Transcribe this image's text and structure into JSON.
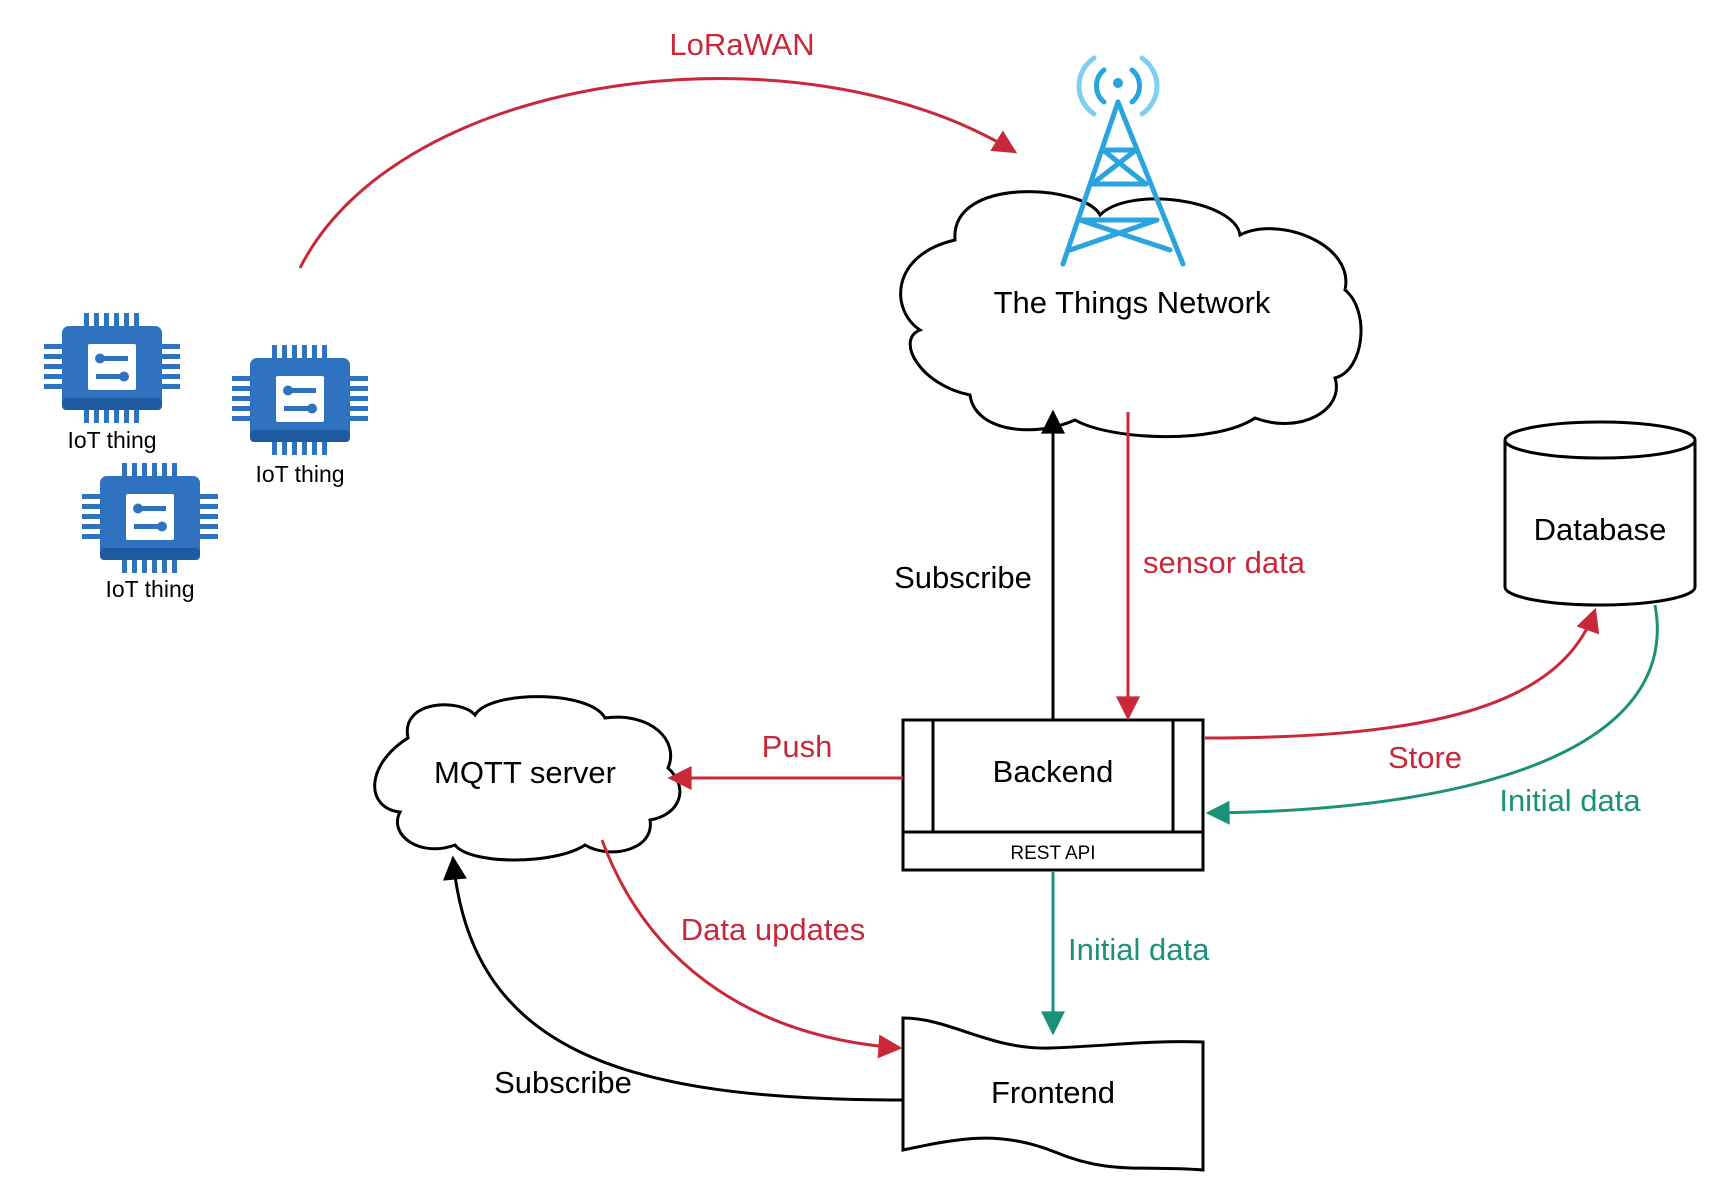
{
  "colors": {
    "red": "#c9283a",
    "teal": "#1b9278",
    "black": "#000000",
    "chip_blue": "#2f72c0",
    "chip_dark": "#1d5aa0",
    "tower_blue": "#2aa4df",
    "wave_light": "#7fd0f0"
  },
  "iot_things": [
    {
      "label": "IoT thing",
      "icon": "microchip-icon"
    },
    {
      "label": "IoT thing",
      "icon": "microchip-icon"
    },
    {
      "label": "IoT thing",
      "icon": "microchip-icon"
    }
  ],
  "nodes": {
    "ttn": {
      "label": "The Things Network",
      "icon": "radio-tower-icon"
    },
    "database": {
      "label": "Database"
    },
    "backend": {
      "label": "Backend",
      "footer": "REST API"
    },
    "mqtt": {
      "label": "MQTT server"
    },
    "frontend": {
      "label": "Frontend"
    }
  },
  "edges": {
    "lorawan": "LoRaWAN",
    "subscribe_ttn": "Subscribe",
    "sensor_data": "sensor data",
    "store": "Store",
    "initial_data_db": "Initial data",
    "push": "Push",
    "initial_data_frontend": "Initial data",
    "data_updates": "Data updates",
    "subscribe_mqtt": "Subscribe"
  }
}
